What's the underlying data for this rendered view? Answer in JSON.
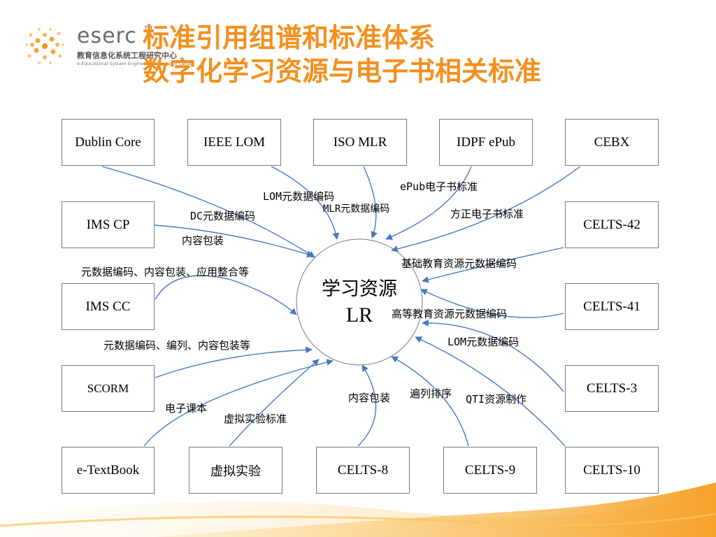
{
  "logo": {
    "word": "eserc",
    "tm": "TM",
    "cn_name": "教育信息化系统工程研究中心",
    "en_name": "e-Educational System Engineering Research Center"
  },
  "title": {
    "line1": "标准引用组谱和标准体系",
    "line2": "数字化学习资源与电子书相关标准"
  },
  "colors": {
    "title": "#f4901e",
    "arrow": "#4a78c2",
    "box_border": "#7a7a7a"
  },
  "center": {
    "cn": "学习资源",
    "en": "LR"
  },
  "boxes": {
    "dublin_core": "Dublin Core",
    "ieee_lom": "IEEE LOM",
    "iso_mlr": "ISO MLR",
    "idpf_epub": "IDPF ePub",
    "cebx": "CEBX",
    "ims_cp": "IMS CP",
    "celts_42": "CELTS-42",
    "ims_cc": "IMS CC",
    "celts_41": "CELTS-41",
    "scorm": "SCORM",
    "celts_3": "CELTS-3",
    "e_textbook": "e-TextBook",
    "virtual_exp": "虚拟实验",
    "celts_8": "CELTS-8",
    "celts_9": "CELTS-9",
    "celts_10": "CELTS-10"
  },
  "labels": {
    "lom_encoding_top": "LOM元数据编码",
    "epub_standard": "ePub电子书标准",
    "mlr_encoding": "MLR元数据编码",
    "dc_encoding": "DC元数据编码",
    "founder_standard": "方正电子书标准",
    "content_packaging_left": "内容包装",
    "basic_edu_encoding": "基础教育资源元数据编码",
    "cc_functions": "元数据编码、内容包装、应用整合等",
    "higher_edu_encoding": "高等教育资源元数据编码",
    "lom_encoding_right": "LOM元数据编码",
    "scorm_functions": "元数据编码、编列、内容包装等",
    "etextbook": "电子课本",
    "virtual_exp_standard": "虚拟实验标准",
    "content_packaging_bottom": "内容包装",
    "sequencing": "遍列排序",
    "qti": "QTI资源制作"
  }
}
